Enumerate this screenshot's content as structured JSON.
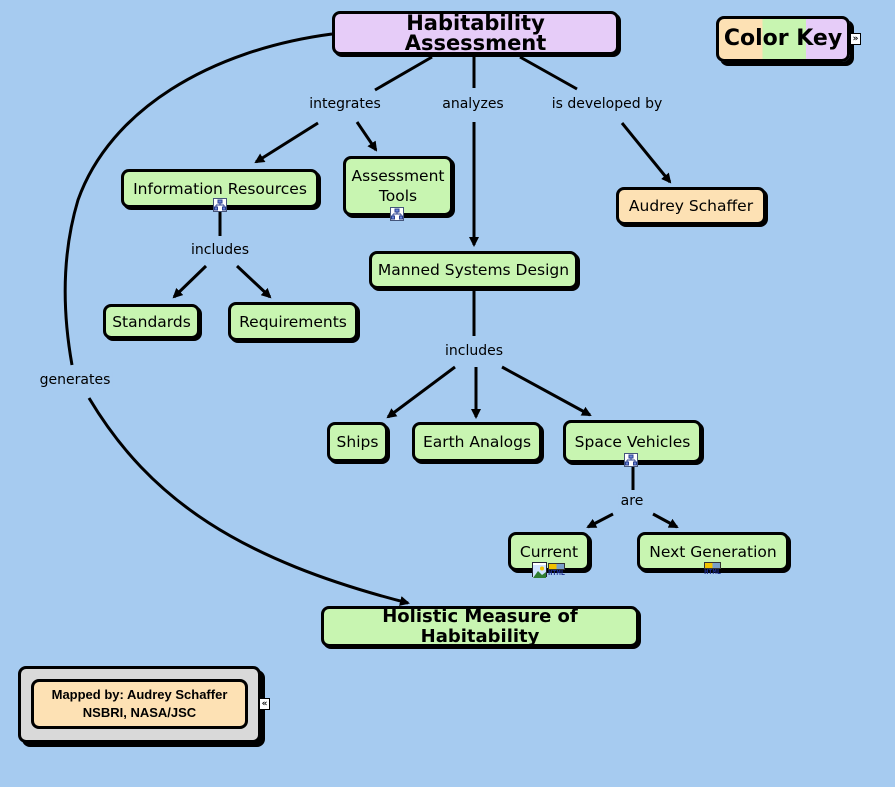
{
  "map": {
    "title": "Habitability Assessment",
    "colors": {
      "background": "#a6cbf0",
      "concept_green": "#c8f5b1",
      "concept_purple": "#e6ccf8",
      "concept_peach": "#fde1b4",
      "legend_frame": "#d9d9d9"
    },
    "nodes": {
      "habitability_assessment": "Habitability Assessment",
      "color_key": "Color Key",
      "information_resources": "Information Resources",
      "assessment_tools": "Assessment Tools",
      "audrey_schaffer": "Audrey Schaffer",
      "manned_systems_design": "Manned Systems Design",
      "standards": "Standards",
      "requirements": "Requirements",
      "ships": "Ships",
      "earth_analogs": "Earth Analogs",
      "space_vehicles": "Space Vehicles",
      "current": "Current",
      "next_generation": "Next Generation",
      "holistic_measure": "Holistic Measure of Habitability"
    },
    "links": {
      "integrates": "integrates",
      "analyzes": "analyzes",
      "is_developed_by": "is developed by",
      "includes_resources": "includes",
      "includes_systems": "includes",
      "are": "are",
      "generates": "generates"
    },
    "credit": {
      "line1": "Mapped by: Audrey Schaffer",
      "line2": "NSBRI, NASA/JSC"
    },
    "icons": {
      "submap": "concept-map-resource-icon",
      "image": "image-resource-icon",
      "web": "html-resource-icon",
      "expand": "»",
      "collapse": "«"
    }
  }
}
